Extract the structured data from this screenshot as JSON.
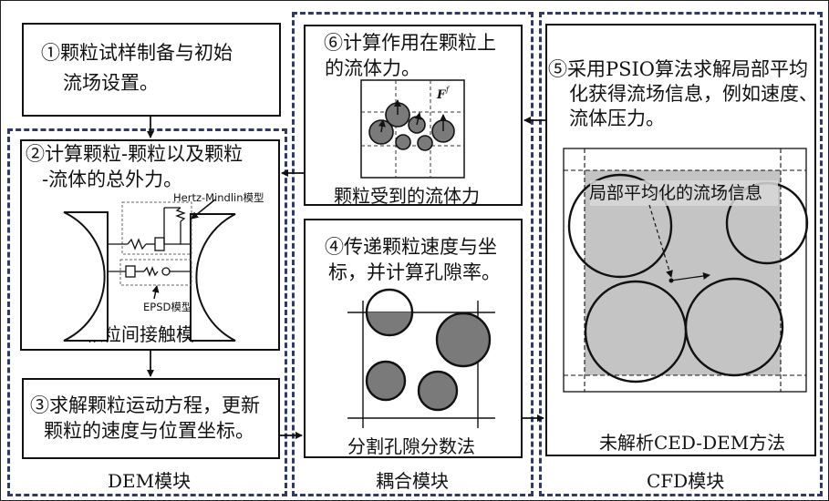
{
  "modules": {
    "dem": "DEM模块",
    "coupling": "耦合模块",
    "cfd": "CFD模块"
  },
  "steps": {
    "s1_line1": "①颗粒试样制备与初始",
    "s1_line2": "流场设置。",
    "s2_line1": "②计算颗粒-颗粒以及颗粒",
    "s2_line2": "-流体的总外力。",
    "s3_line1": "③求解颗粒运动方程，更新",
    "s3_line2": "颗粒的速度与位置坐标。",
    "s4_line1": "④传递颗粒速度与坐",
    "s4_line2": "标，并计算孔隙率。",
    "s5_line1": "⑤采用PSIO算法求解局部平均",
    "s5_line2": "化获得流场信息，例如速度、",
    "s5_line3": "流体压力。",
    "s6_line1": "⑥计算作用在颗粒上",
    "s6_line2": "的流体力。"
  },
  "captions": {
    "contact_model": "颗粒间接触模型",
    "hertz": "Hertz-Mindlin模型",
    "epsd": "EPSD模型",
    "fluid_force": "颗粒受到的流体力",
    "force_symbol": "F",
    "force_sup": "f",
    "split_void": "分割孔隙分数法",
    "local_avg": "局部平均化的流场信息",
    "unresolved": "未解析CED-DEM方法"
  },
  "colors": {
    "module_border": "#2e3a6e",
    "particle_gray": "#7a7a7a",
    "cfd_fill": "#c4c4c4"
  }
}
